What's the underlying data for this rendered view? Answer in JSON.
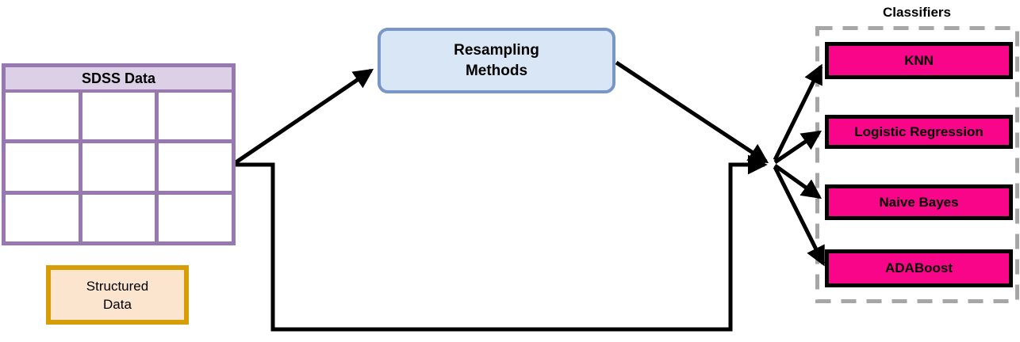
{
  "diagram": {
    "table": {
      "title": "SDSS Data",
      "rows": 3,
      "cols": 3
    },
    "structured_data": {
      "label": "Structured Data"
    },
    "resampling": {
      "label": "Resampling Methods"
    },
    "classifiers": {
      "title": "Classifiers",
      "items": [
        "KNN",
        "Logistic Regression",
        "Naive Bayes",
        "ADABoost"
      ]
    },
    "colors": {
      "table_border": "#9878B0",
      "table_header_fill": "#DCD0E6",
      "structured_border": "#D69D07",
      "structured_fill": "#FCE5CE",
      "resampling_border": "#7896C6",
      "resampling_fill": "#D9E6F6",
      "classifier_fill": "#F8058A",
      "classifier_border": "#000000",
      "dashed_container": "#A6A6A6",
      "arrow": "#000000"
    }
  }
}
